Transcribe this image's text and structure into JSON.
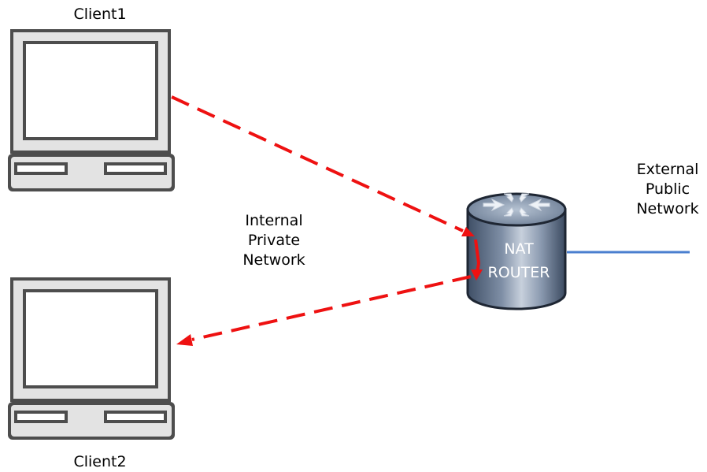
{
  "diagram": {
    "client1_label": "Client1",
    "client2_label": "Client2",
    "internal_network_label": "Internal\nPrivate\nNetwork",
    "external_network_label": "External\nPublic\nNetwork",
    "router_label_line1": "NAT",
    "router_label_line2": "ROUTER"
  },
  "colors": {
    "packet_path": "#ee1111",
    "external_link": "#4a7fcf",
    "computer_body": "#e3e3e3",
    "computer_outline": "#4d4d4d",
    "router_body": "#7d8ea3"
  },
  "icons": {
    "client1": "laptop-icon",
    "client2": "laptop-icon",
    "router": "router-icon"
  }
}
